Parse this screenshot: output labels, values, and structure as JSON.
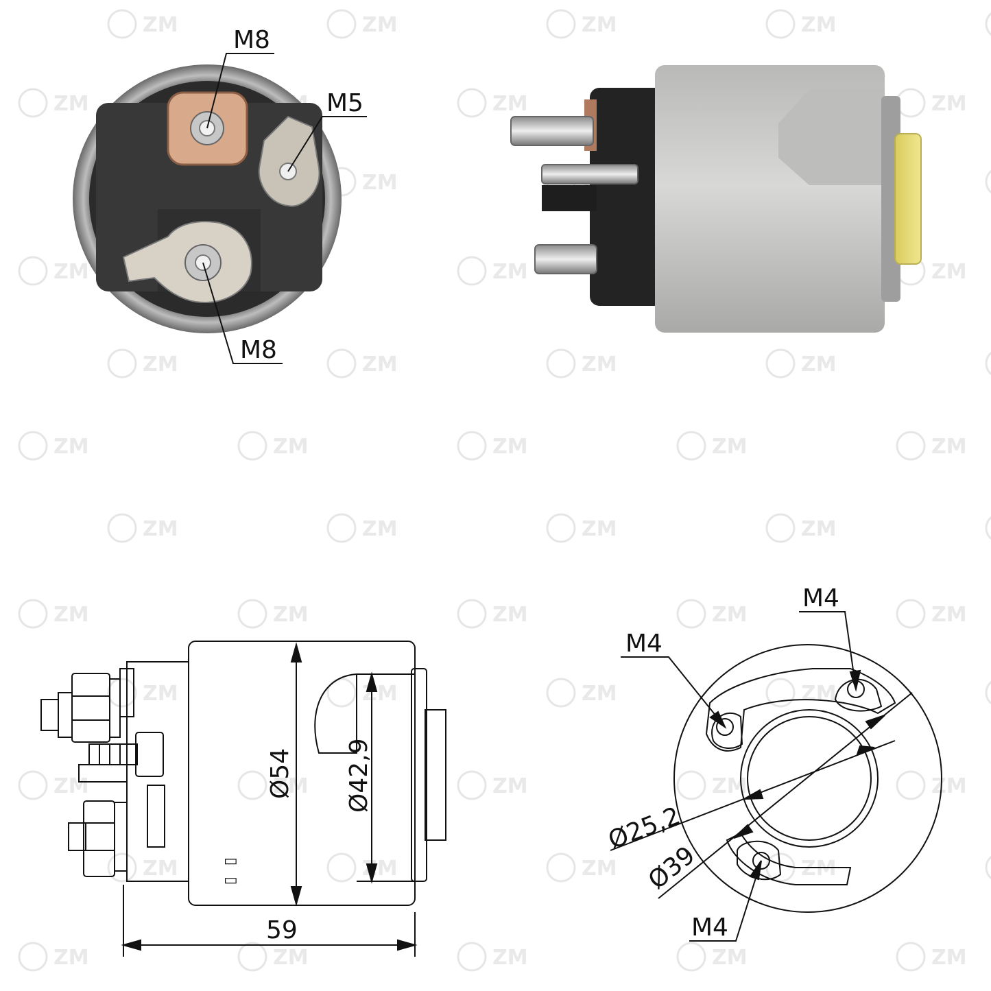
{
  "watermark": {
    "text": "ZM",
    "color": "#e6e6e6"
  },
  "photo_end_view": {
    "labels": {
      "top_terminal": "M8",
      "side_terminal": "M5",
      "bottom_terminal": "M8"
    }
  },
  "photo_side_view": {
    "colors": {
      "body": "#c9c9c7",
      "housing": "#232323",
      "plunger": "#e6d977"
    }
  },
  "drawing_side_view": {
    "dimensions": {
      "body_diameter": "Ø54",
      "boss_diameter": "Ø42,9",
      "overall_length": "59"
    },
    "marks": {
      "mark_top": "▭",
      "mark_bottom": "▭"
    }
  },
  "drawing_end_view": {
    "dimensions": {
      "hole_top_left": "M4",
      "hole_top_right": "M4",
      "hole_bottom": "M4",
      "inner_diameter": "Ø25,2",
      "bolt_circle_diameter": "Ø39"
    }
  }
}
